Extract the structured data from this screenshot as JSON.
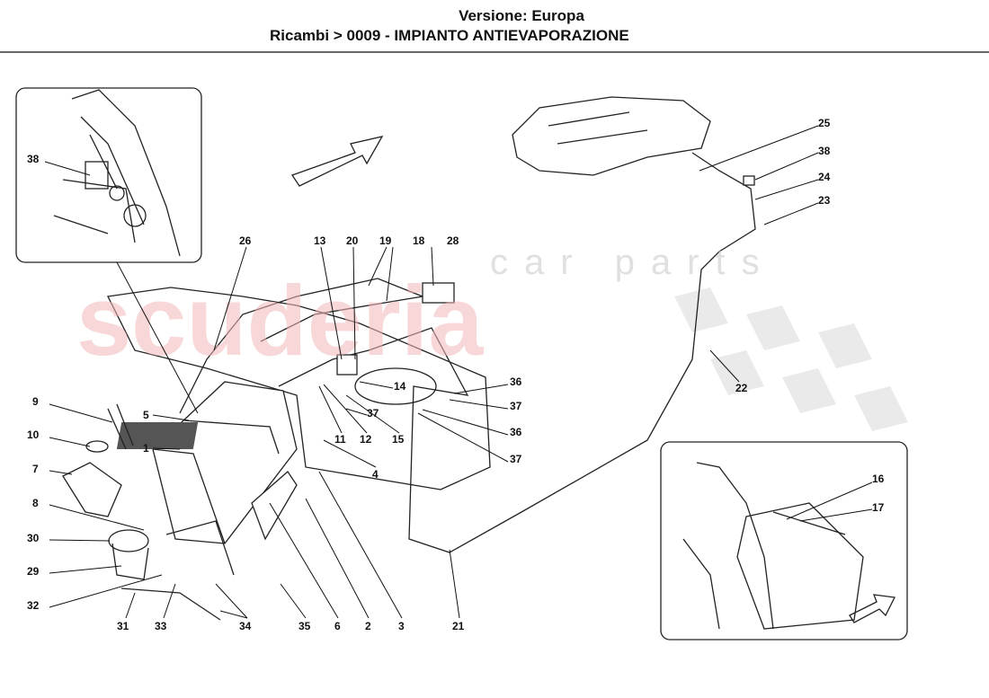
{
  "header": {
    "version": "Versione: Europa",
    "breadcrumb": "Ricambi > 0009 - IMPIANTO ANTIEVAPORAZIONE"
  },
  "watermark": {
    "brand": "scuderia",
    "sub": "car parts"
  },
  "colors": {
    "watermark": "#f2b8b8",
    "line": "#222222"
  },
  "labels": {
    "l26": "26",
    "l13": "13",
    "l20": "20",
    "l19": "19",
    "l18": "18",
    "l28": "28",
    "l25": "25",
    "l38a": "38",
    "l24": "24",
    "l23": "23",
    "l22": "22",
    "l38b": "38",
    "l9": "9",
    "l10": "10",
    "l7": "7",
    "l8": "8",
    "l30": "30",
    "l29": "29",
    "l32": "32",
    "l5": "5",
    "l1": "1",
    "l14": "14",
    "l36a": "36",
    "l37a": "37",
    "l36b": "36",
    "l37b": "37",
    "l37c": "37",
    "l11": "11",
    "l12": "12",
    "l15": "15",
    "l4": "4",
    "l16": "16",
    "l17": "17",
    "l31": "31",
    "l33": "33",
    "l34": "34",
    "l35": "35",
    "l6": "6",
    "l2": "2",
    "l3": "3",
    "l21": "21"
  }
}
